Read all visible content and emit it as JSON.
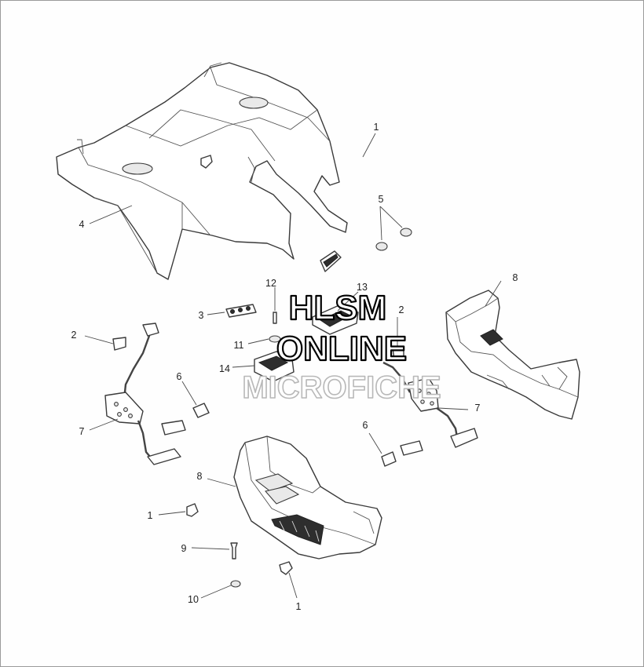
{
  "diagram": {
    "callouts": {
      "c1a": "1",
      "c1b": "1",
      "c1c": "1",
      "c2a": "2",
      "c2b": "2",
      "c3": "3",
      "c4": "4",
      "c5": "5",
      "c6a": "6",
      "c6b": "6",
      "c7a": "7",
      "c7b": "7",
      "c8a": "8",
      "c8b": "8",
      "c9": "9",
      "c10": "10",
      "c11": "11",
      "c12": "12",
      "c13": "13",
      "c14": "14"
    }
  },
  "watermark": {
    "line1": "HLSM",
    "line2": "ONLINE",
    "line3": "MICROFICHE"
  }
}
